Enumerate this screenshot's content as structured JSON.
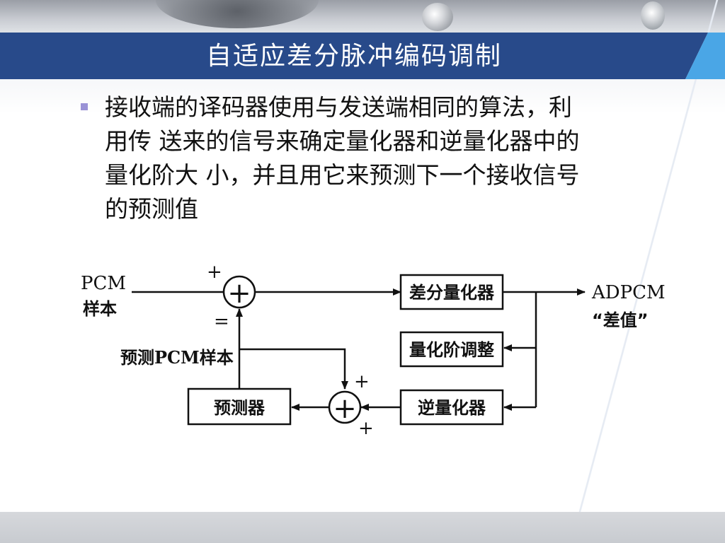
{
  "slide": {
    "title": "自适应差分脉冲编码调制",
    "body_lines": [
      "接收端的译码器使用与发送端相同的算法，利",
      "用传 送来的信号来确定量化器和逆量化器中的",
      "量化阶大 小，并且用它来预测下一个接收信号",
      "的预测值"
    ]
  },
  "diagram": {
    "input_label_line1": "PCM",
    "input_label_line2": "样本",
    "sign_plus_top": "+",
    "sign_minus": "=",
    "sum_symbol": "+",
    "predicted_label": "预测PCM样本",
    "box_quantizer": "差分量化器",
    "box_step_adjust": "量化阶调整",
    "box_inverse_quantizer": "逆量化器",
    "box_predictor": "预测器",
    "output_label_line1": "ADPCM",
    "output_label_line2": "“差值”",
    "sign_plus_right": "+",
    "sign_plus_bottom": "+"
  },
  "colors": {
    "title_bar": "#284a8a",
    "title_accent": "#4aa6e6",
    "bullet": "#9a92d6"
  }
}
